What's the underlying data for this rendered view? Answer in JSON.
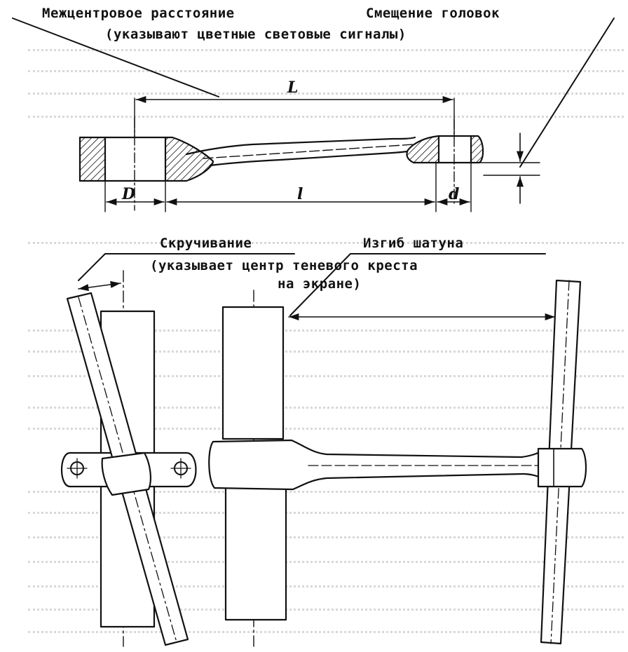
{
  "labels": {
    "center_distance": "Межцентровое расстояние",
    "head_offset": "Смещение головок",
    "color_signals": "(указывают цветные световые сигналы)",
    "twist": "Скручивание",
    "rod_bend": "Изгиб шатуна",
    "shadow_cross_1": "(указывает центр теневого креста",
    "shadow_cross_2": "на экране)"
  },
  "dimensions": {
    "L": "L",
    "D": "D",
    "l": "l",
    "d": "d"
  },
  "colors": {
    "ink": "#111111",
    "background": "#ffffff",
    "bleed": "#d6d6d6"
  }
}
